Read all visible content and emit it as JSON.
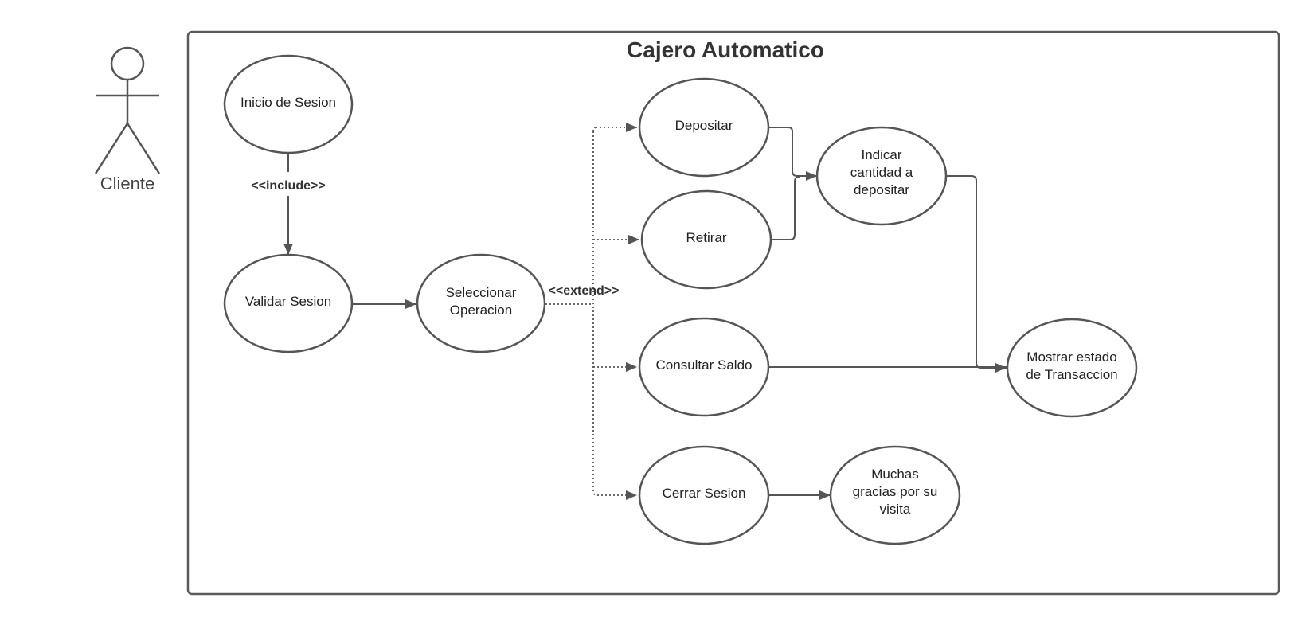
{
  "diagram": {
    "title": "Cajero Automatico",
    "actor": {
      "name": "Cliente"
    },
    "use_cases": {
      "inicio": "Inicio de Sesion",
      "validar": "Validar Sesion",
      "seleccionar": [
        "Seleccionar",
        "Operacion"
      ],
      "depositar": "Depositar",
      "retirar": "Retirar",
      "consultar": "Consultar Saldo",
      "cerrar": "Cerrar Sesion",
      "indicar": [
        "Indicar",
        "cantidad a",
        "depositar"
      ],
      "mostrar": [
        "Mostrar estado",
        "de Transaccion"
      ],
      "gracias": [
        "Muchas",
        "gracias por su",
        "visita"
      ]
    },
    "relations": {
      "include": "<<include>>",
      "extend": "<<extend>>"
    },
    "colors": {
      "stroke": "#555555",
      "text": "#222222",
      "background": "#ffffff"
    }
  }
}
